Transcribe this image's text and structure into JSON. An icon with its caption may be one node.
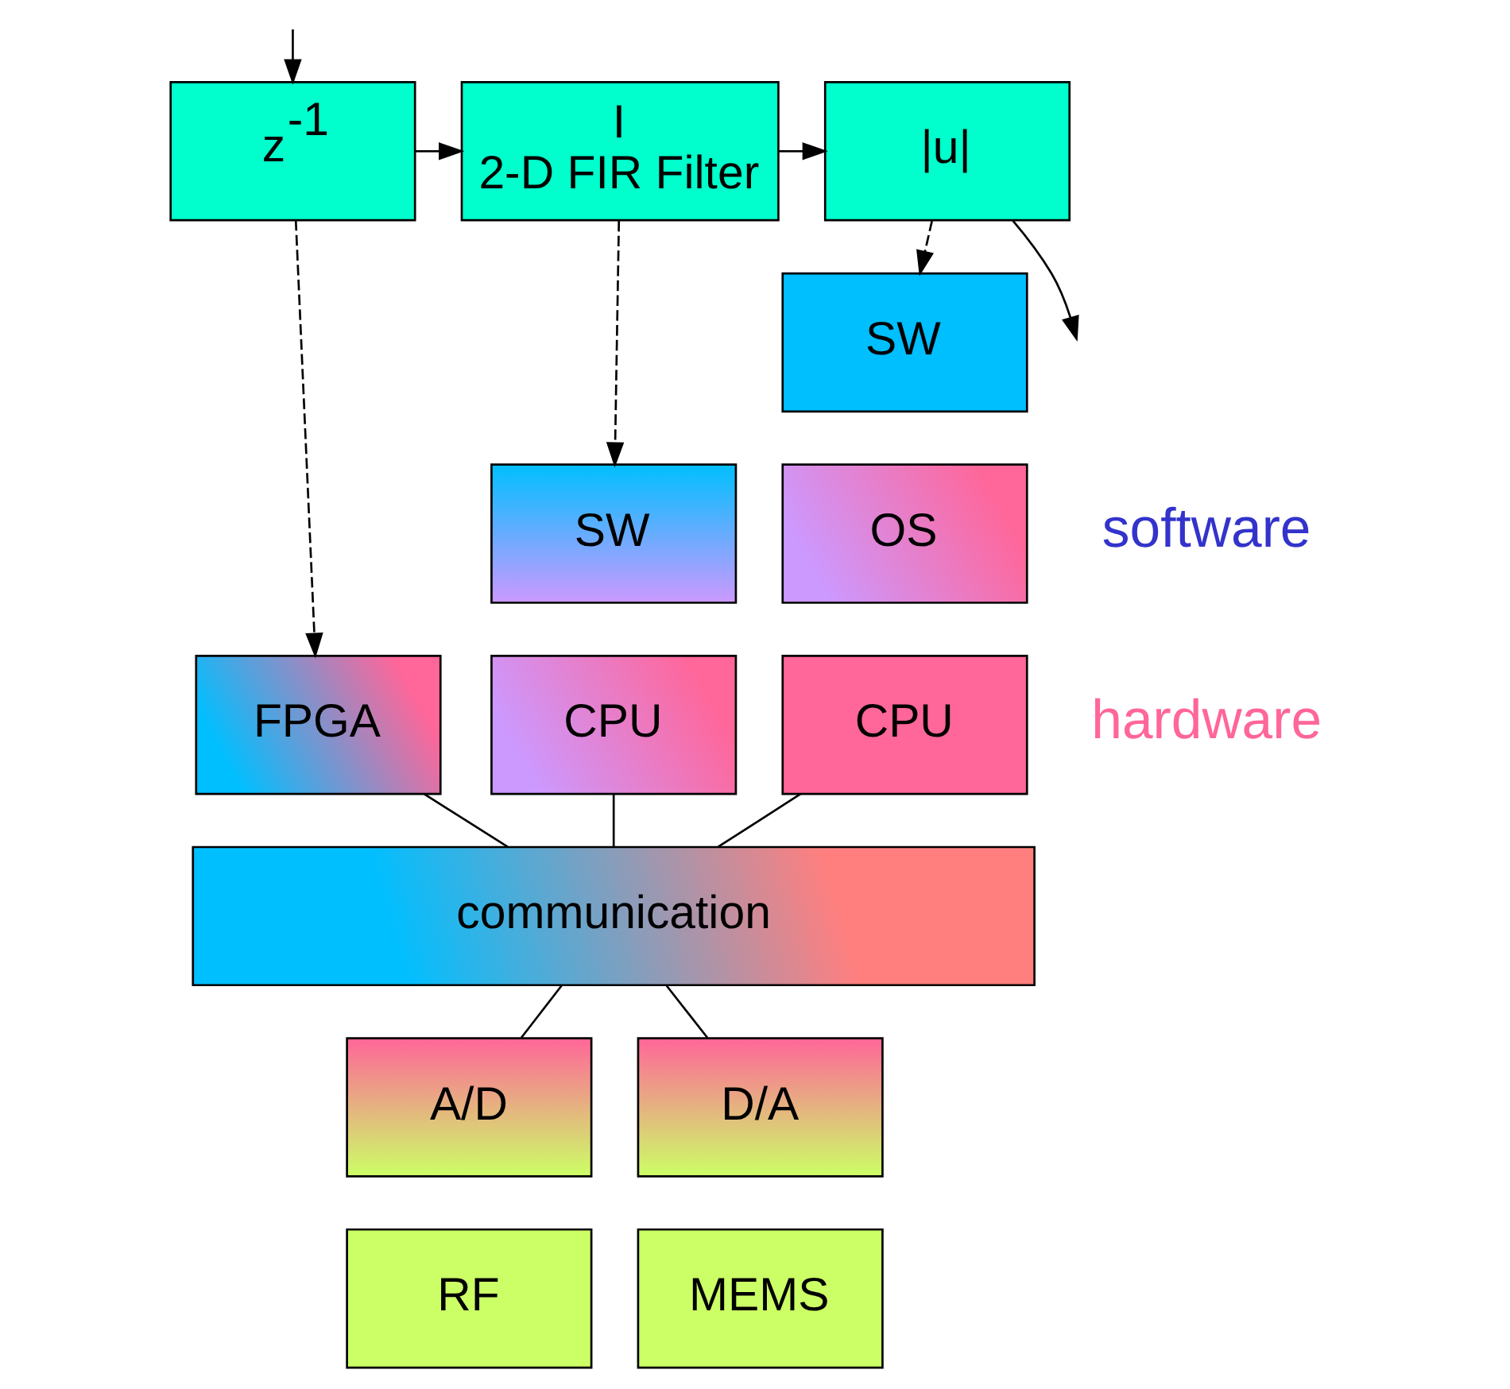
{
  "diagram": {
    "nodes": [
      {
        "text": [
          "z$^{-1}$"
        ]
      },
      {
        "text": [
          "I",
          "2-D FIR Filter"
        ]
      },
      {
        "text": [
          "|u|"
        ]
      },
      {
        "text": [
          "SW"
        ]
      },
      {
        "text": [
          "SW"
        ]
      },
      {
        "text": [
          "OS"
        ]
      },
      {
        "text": [
          "FPGA"
        ]
      },
      {
        "text": [
          "CPU"
        ]
      },
      {
        "text": [
          "CPU"
        ]
      },
      {
        "text": [
          "communication"
        ]
      },
      {
        "text": [
          "A/D"
        ]
      },
      {
        "text": [
          "D/A"
        ]
      },
      {
        "text": [
          "RF"
        ]
      },
      {
        "text": [
          "MEMS"
        ]
      }
    ],
    "edges": [
      {
        "from": null,
        "to": 0,
        "arrow": "to"
      },
      {
        "from": 0,
        "to": 1,
        "arrow": "to"
      },
      {
        "from": 1,
        "to": 2,
        "arrow": "to"
      },
      {
        "from": 2,
        "to": null,
        "arrow": "to"
      },
      {
        "from": 0,
        "to": 6,
        "arrow": "to",
        "style": "dashed"
      },
      {
        "from": 1,
        "to": 4,
        "arrow": "to",
        "style": "dashed"
      },
      {
        "from": 2,
        "to": 3,
        "arrow": "to",
        "style": "dashed"
      },
      {
        "from": 6,
        "to": 9,
        "arrow": "none"
      },
      {
        "from": 7,
        "to": 9,
        "arrow": "none"
      },
      {
        "from": 8,
        "to": 9,
        "arrow": "none"
      },
      {
        "from": 9,
        "to": 10,
        "arrow": "none"
      },
      {
        "from": 9,
        "to": 11,
        "arrow": "none"
      }
    ],
    "labels": [
      "software",
      "hardware"
    ]
  }
}
